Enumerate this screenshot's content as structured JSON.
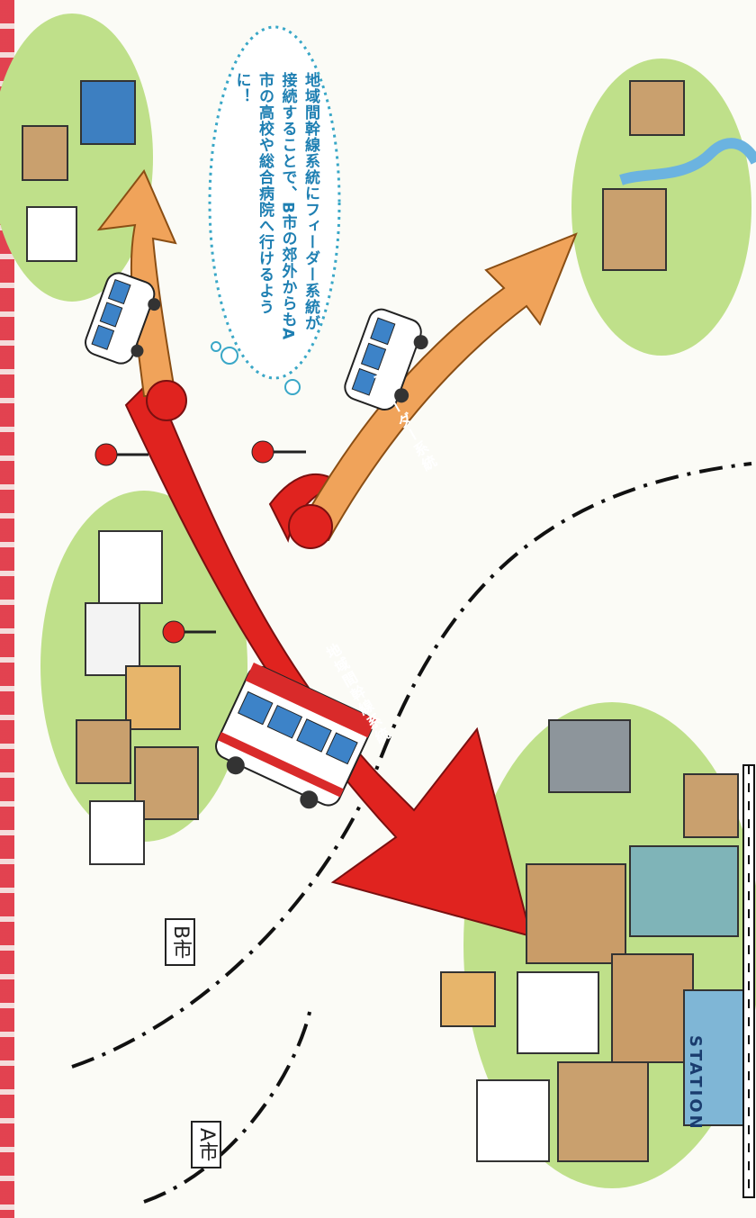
{
  "labels": {
    "city_a": "A市",
    "city_b": "B市",
    "trunk_route": "地域間幹線系統",
    "feeder_route": "フィーダー系統",
    "station_sign": "STATION",
    "speech_bubble": "地域間幹線系統にフィーダー系統が接続することで、B市の郊外からもA市の高校や総合病院へ行けるように！"
  },
  "colors": {
    "trunk_arrow": "#e0231f",
    "feeder_arrow": "#f0a35a",
    "bubble_border": "#39a7c7",
    "bubble_text": "#1e7fb2",
    "ground": "#bfe08a",
    "trunk_bus": "#d92a2a",
    "bus_window": "#3d83c8"
  }
}
